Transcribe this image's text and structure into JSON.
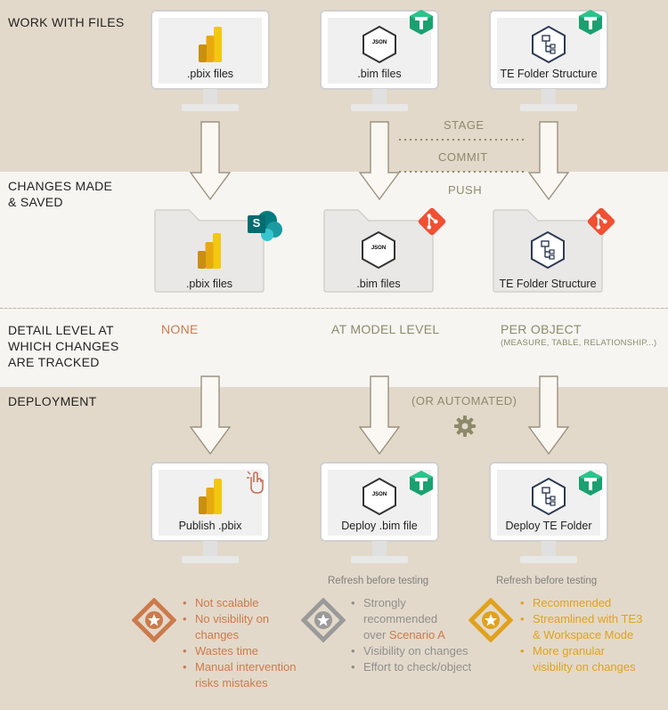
{
  "sections": {
    "work": "WORK WITH FILES",
    "changes": [
      "CHANGES MADE",
      "& SAVED"
    ],
    "detail": [
      "DETAIL LEVEL AT",
      "WHICH CHANGES",
      "ARE TRACKED"
    ],
    "deployment": "DEPLOYMENT"
  },
  "top_monitors": [
    ".pbix files",
    ".bim files",
    "TE Folder Structure"
  ],
  "git_steps": [
    "STAGE",
    "COMMIT",
    "PUSH"
  ],
  "folders": [
    ".pbix files",
    ".bim files",
    "TE Folder Structure"
  ],
  "detail_levels": {
    "none": "NONE",
    "model": "AT MODEL LEVEL",
    "object": "PER OBJECT",
    "object_sub": "(MEASURE, TABLE, RELATIONSHIP...)"
  },
  "or_automated": "(OR AUTOMATED)",
  "bottom_monitors": [
    "Publish .pbix",
    "Deploy .bim file",
    "Deploy TE Folder"
  ],
  "refresh_note": "Refresh before testing",
  "bullets": {
    "a": [
      "Not scalable",
      "No visibility on",
      "changes",
      "Wastes time",
      "Manual intervention",
      "risks mistakes"
    ],
    "b": [
      "Strongly",
      "recommended",
      "over",
      "Scenario A",
      "Visibility on changes",
      "Effort to check/object"
    ],
    "c": [
      "Recommended",
      "Streamlined with TE3",
      "& Workspace Mode",
      "More granular",
      "visibility on changes"
    ]
  },
  "icon_text": {
    "json": "JSON",
    "sharepoint": "S"
  },
  "colors": {
    "bg_dark": "#e3d9ca",
    "bg_light": "#f7f5f2",
    "orange": "#cc7a4c",
    "gray": "#8f8f8f",
    "yellow": "#e0a21c",
    "olive": "#8c8a6a",
    "git": "#f05033",
    "te": "#1aa071",
    "sharepoint": "#036c70"
  }
}
